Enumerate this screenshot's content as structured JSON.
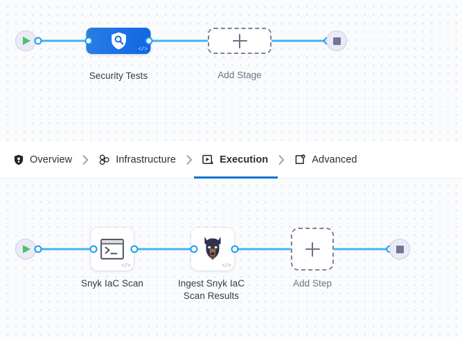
{
  "stage_pipeline": {
    "start_node": {
      "name": "pipeline-start",
      "icon": "play-icon"
    },
    "end_node": {
      "name": "pipeline-end",
      "icon": "stop-icon"
    },
    "nodes": [
      {
        "id": "security-tests",
        "label": "Security Tests",
        "icon": "shield-search-icon",
        "badge": "</>",
        "type": "stage"
      },
      {
        "id": "add-stage",
        "label": "Add Stage",
        "icon": "plus-icon",
        "type": "add"
      }
    ]
  },
  "tabs": {
    "items": [
      {
        "id": "overview",
        "label": "Overview",
        "icon": "shield-icon",
        "active": false
      },
      {
        "id": "infrastructure",
        "label": "Infrastructure",
        "icon": "nodes-icon",
        "active": false
      },
      {
        "id": "execution",
        "label": "Execution",
        "icon": "execution-play-icon",
        "active": true
      },
      {
        "id": "advanced",
        "label": "Advanced",
        "icon": "settings-card-icon",
        "active": false
      }
    ],
    "separator": "chevron-right-icon",
    "active_color": "#0b72d6"
  },
  "step_pipeline": {
    "start_node": {
      "name": "steps-start",
      "icon": "play-icon"
    },
    "end_node": {
      "name": "steps-end",
      "icon": "stop-icon"
    },
    "nodes": [
      {
        "id": "snyk-iac-scan",
        "label": "Snyk IaC Scan",
        "icon": "terminal-icon",
        "badge": "</>",
        "type": "step"
      },
      {
        "id": "ingest-snyk-iac-scan-results",
        "label": "Ingest Snyk IaC\nScan Results",
        "icon": "snyk-dog-icon",
        "badge": "</>",
        "type": "step"
      },
      {
        "id": "add-step",
        "label": "Add Step",
        "icon": "plus-icon",
        "type": "add"
      }
    ]
  },
  "colors": {
    "connector": "#42b3f4",
    "stage_node": "#1d72e8",
    "canvas_bg": "#fafbfc",
    "accent": "#0b72d6"
  }
}
